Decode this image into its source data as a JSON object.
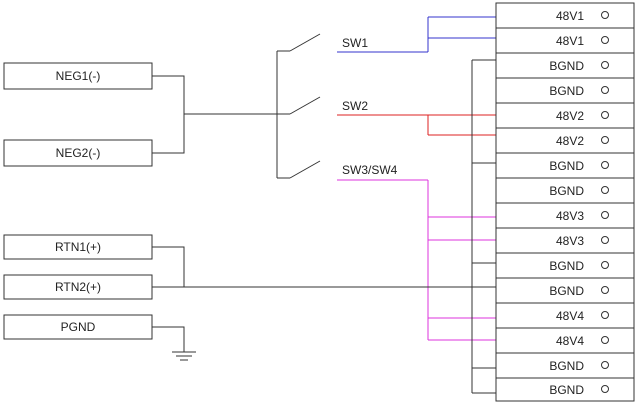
{
  "colors": {
    "line": "#333333",
    "sw1": "#3333cc",
    "sw2": "#dd2222",
    "sw34": "#dd33dd"
  },
  "left_terminals": [
    "NEG1(-)",
    "NEG2(-)",
    "RTN1(+)",
    "RTN2(+)",
    "PGND"
  ],
  "switches": [
    "SW1",
    "SW2",
    "SW3/SW4"
  ],
  "right_terminals": [
    "48V1",
    "48V1",
    "BGND",
    "BGND",
    "48V2",
    "48V2",
    "BGND",
    "BGND",
    "48V3",
    "48V3",
    "BGND",
    "BGND",
    "48V4",
    "48V4",
    "BGND",
    "BGND"
  ],
  "icons": {
    "ground": "ground-symbol-icon",
    "terminal_pin": "terminal-pin-icon"
  }
}
